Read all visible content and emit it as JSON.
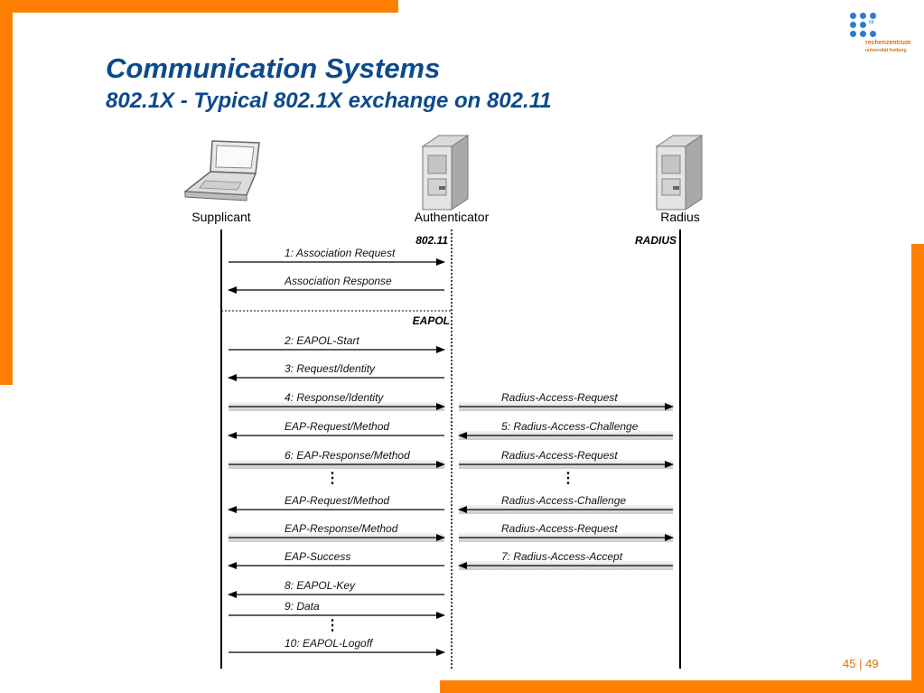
{
  "header": {
    "title": "Communication Systems",
    "subtitle": "802.1X - Typical 802.1X exchange on 802.11"
  },
  "logo": {
    "line1": "rechenzentrum",
    "line2": "universität freiburg",
    "mark": "rz"
  },
  "colors": {
    "accent_bar": "#ff8000",
    "title": "#0b4a8c",
    "page_number": "#e07000"
  },
  "diagram": {
    "entities": [
      {
        "label": "Supplicant",
        "icon": "laptop-icon"
      },
      {
        "label": "Authenticator",
        "icon": "server-icon"
      },
      {
        "label": "Radius",
        "icon": "server-icon"
      }
    ],
    "protocol_labels": {
      "segment_80211": "802.11",
      "radius": "RADIUS",
      "eapol": "EAPOL"
    },
    "messages": [
      {
        "label": "1:  Association Request",
        "from": "Supplicant",
        "to": "Authenticator"
      },
      {
        "label": "Association Response",
        "from": "Authenticator",
        "to": "Supplicant"
      },
      {
        "label": "2: EAPOL-Start",
        "from": "Supplicant",
        "to": "Authenticator"
      },
      {
        "label": "3: Request/Identity",
        "from": "Authenticator",
        "to": "Supplicant"
      },
      {
        "label": "4:  Response/Identity",
        "from": "Supplicant",
        "to": "Authenticator"
      },
      {
        "label": "Radius-Access-Request",
        "from": "Authenticator",
        "to": "Radius"
      },
      {
        "label": "EAP-Request/Method",
        "from": "Authenticator",
        "to": "Supplicant"
      },
      {
        "label": "5: Radius-Access-Challenge",
        "from": "Radius",
        "to": "Authenticator"
      },
      {
        "label": "6: EAP-Response/Method",
        "from": "Supplicant",
        "to": "Authenticator"
      },
      {
        "label": "Radius-Access-Request",
        "from": "Authenticator",
        "to": "Radius"
      },
      {
        "label": "EAP-Request/Method",
        "from": "Authenticator",
        "to": "Supplicant"
      },
      {
        "label": "Radius-Access-Challenge",
        "from": "Radius",
        "to": "Authenticator"
      },
      {
        "label": "EAP-Response/Method",
        "from": "Supplicant",
        "to": "Authenticator"
      },
      {
        "label": "Radius-Access-Request",
        "from": "Authenticator",
        "to": "Radius"
      },
      {
        "label": "EAP-Success",
        "from": "Authenticator",
        "to": "Supplicant"
      },
      {
        "label": "7:  Radius-Access-Accept",
        "from": "Radius",
        "to": "Authenticator"
      },
      {
        "label": "8:  EAPOL-Key",
        "from": "Authenticator",
        "to": "Supplicant"
      },
      {
        "label": "9:  Data",
        "from": "Supplicant",
        "to": "Authenticator"
      },
      {
        "label": "10:  EAPOL-Logoff",
        "from": "Supplicant",
        "to": "Authenticator"
      }
    ]
  },
  "footer": {
    "current_page": "45",
    "separator": "|",
    "total_pages": "49"
  }
}
